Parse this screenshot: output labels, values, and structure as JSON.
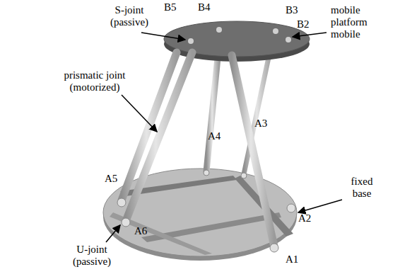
{
  "diagram": {
    "labels": [
      "S-joint (passive)",
      "B5",
      "B4",
      "B3",
      "mobile platform mobile",
      "B2",
      "prismatic joint (motorized)",
      "A4",
      "A3",
      "A5",
      "fixed base",
      "A6",
      "A2",
      "U-joint (passive)",
      "A1"
    ]
  }
}
